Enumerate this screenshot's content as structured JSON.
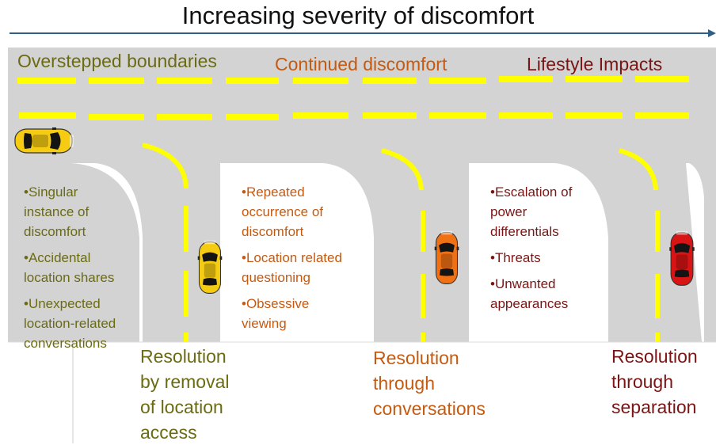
{
  "title": "Increasing severity of discomfort",
  "colors": {
    "road": "#d3d3d3",
    "lane_marking": "#ffff00",
    "arrow": "#2e5f86",
    "stage1": "#6b6b14",
    "stage2": "#c55a11",
    "stage3": "#7b1515",
    "car_yellow": "#f6cc12",
    "car_orange": "#f07014",
    "car_red": "#d81414"
  },
  "stages": [
    {
      "name": "Overstepped boundaries",
      "bullets": [
        "•Singular\ninstance of\ndiscomfort",
        "•Accidental\nlocation shares",
        "•Unexpected\nlocation-related\nconversations"
      ],
      "resolution": "Resolution\nby removal\nof location\naccess"
    },
    {
      "name": "Continued discomfort",
      "bullets": [
        "•Repeated\noccurrence of\ndiscomfort",
        "•Location related\nquestioning",
        "•Obsessive\nviewing"
      ],
      "resolution": "Resolution\nthrough\nconversations"
    },
    {
      "name": "Lifestyle Impacts",
      "bullets": [
        "•Escalation of\npower\ndifferentials",
        "•Threats",
        "•Unwanted\nappearances"
      ],
      "resolution": "Resolution\nthrough\nseparation"
    }
  ],
  "icons": [
    "car-yellow-icon",
    "car-yellow-icon",
    "car-orange-icon",
    "car-red-icon"
  ]
}
